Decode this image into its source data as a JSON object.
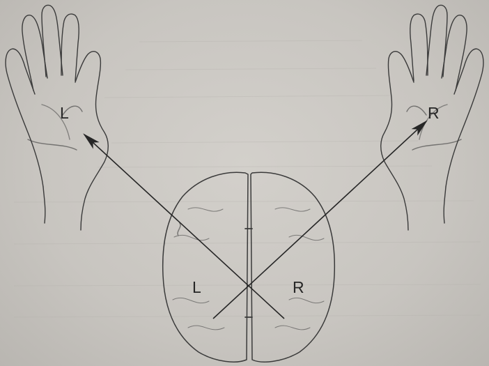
{
  "labels": {
    "left_hand": "L",
    "right_hand": "R",
    "left_hemisphere": "L",
    "right_hemisphere": "R"
  },
  "colors": {
    "paper": "#c9c6c1",
    "ink": "#262626"
  }
}
